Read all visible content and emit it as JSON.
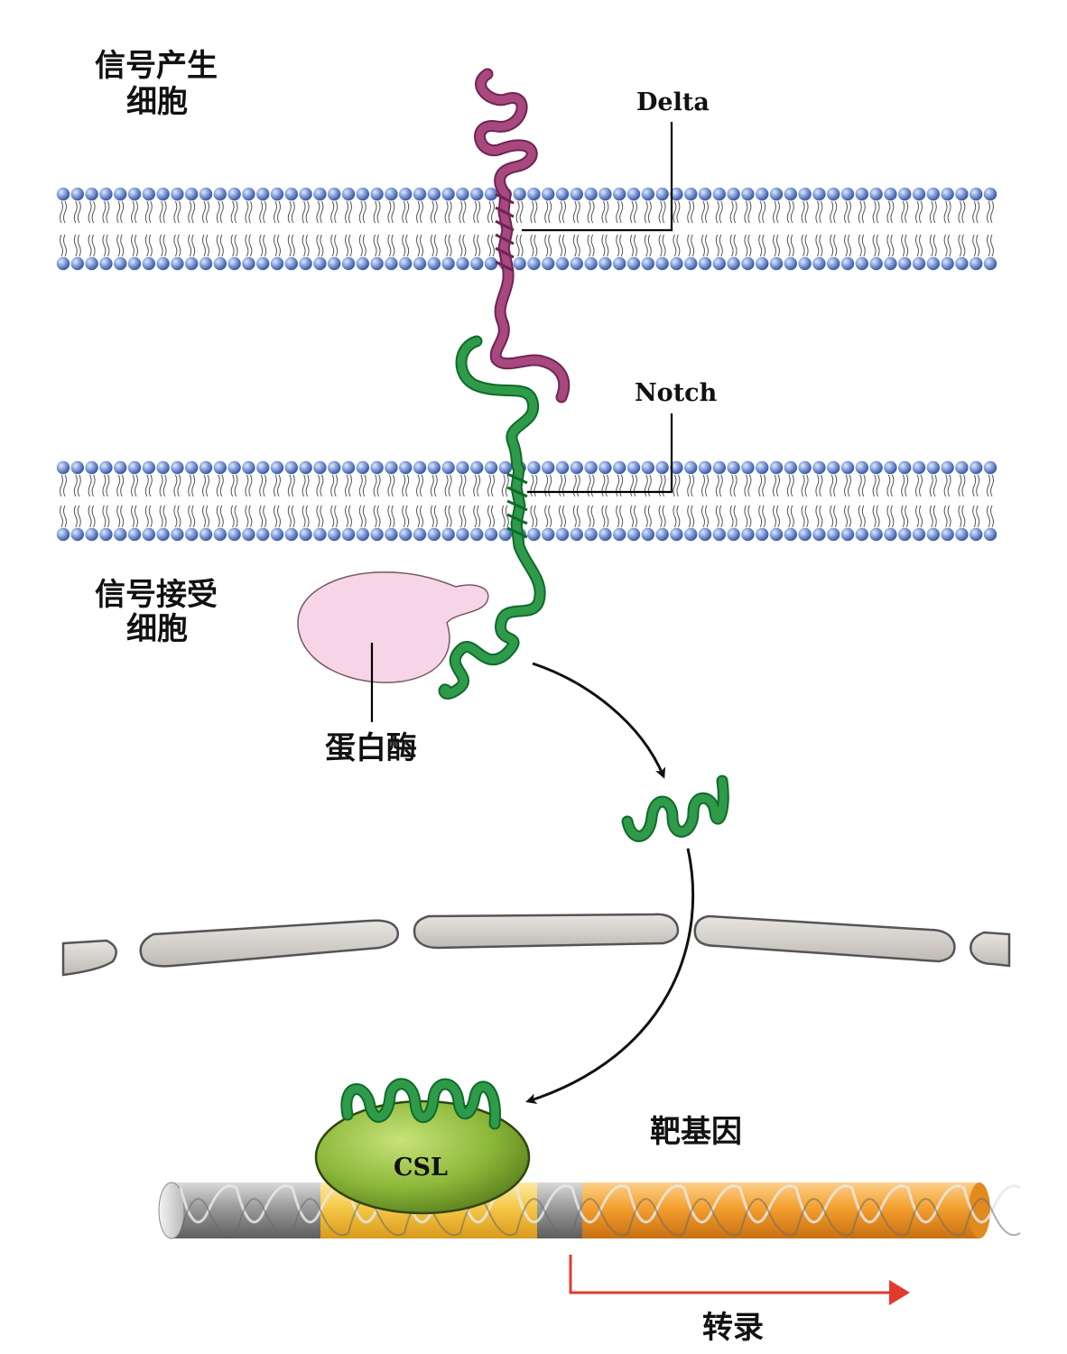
{
  "labels": {
    "signal_cell": [
      "信号产生",
      "细胞"
    ],
    "receiver_cell": [
      "信号接受",
      "细胞"
    ],
    "delta": "Delta",
    "notch": "Notch",
    "protease": "蛋白酶",
    "csl": "CSL",
    "target_gene": "靶基因",
    "transcription": "转录"
  },
  "colors": {
    "delta": "#a8487e",
    "delta_dark": "#6e2552",
    "notch": "#2e9a4a",
    "notch_dark": "#106b2b",
    "lipid_head": "#6f8fcf",
    "protease": "#f6d6e6",
    "csl": "#8cb83a",
    "nuclear_envelope": "#d4d0cc",
    "dna_gray": "#a8a8a8",
    "dna_yellow": "#f6c848",
    "dna_orange": "#f4a030",
    "transcription_arrow": "#e23a2f"
  }
}
